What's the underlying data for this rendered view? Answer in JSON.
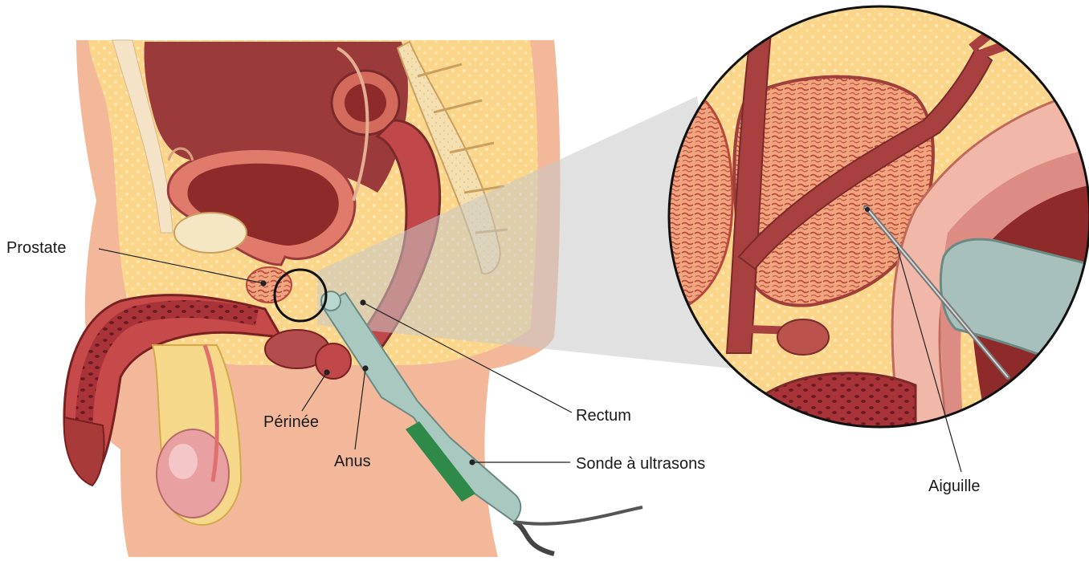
{
  "labels": {
    "prostate": "Prostate",
    "perinee": "Périnée",
    "anus": "Anus",
    "rectum": "Rectum",
    "sonde": "Sonde à ultrasons",
    "aiguille": "Aiguille"
  },
  "colors": {
    "skin": "#f2b899",
    "fat": "#fbd58a",
    "muscle": "#b34c4c",
    "bladder": "#8e2a2a",
    "prostate": "#e89a7a",
    "probe": "#a8c8c0",
    "probe_grip": "#2f8a4a",
    "magnifier_shadow": "#c8c8c8",
    "leader_line": "#222222"
  }
}
